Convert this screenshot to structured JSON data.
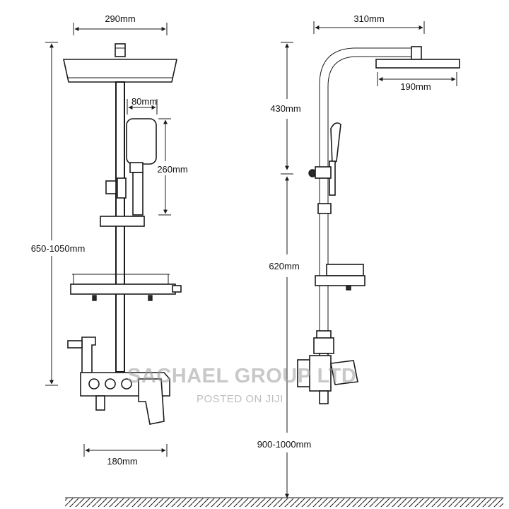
{
  "front_view": {
    "dim_width_top": "290mm",
    "dim_handheld_width": "80mm",
    "dim_handheld_height": "260mm",
    "dim_total_height": "650-1050mm",
    "dim_base_width": "180mm"
  },
  "side_view": {
    "dim_arm_reach": "310mm",
    "dim_head_width": "190mm",
    "dim_upper_height": "430mm",
    "dim_lower_height": "620mm",
    "dim_floor_height": "900-1000mm"
  },
  "watermark": {
    "company": "SACHAEL GROUP LTD",
    "posted": "POSTED ON JIJI"
  },
  "colors": {
    "line": "#1a1a1a",
    "watermark": "#9a9a9a"
  }
}
